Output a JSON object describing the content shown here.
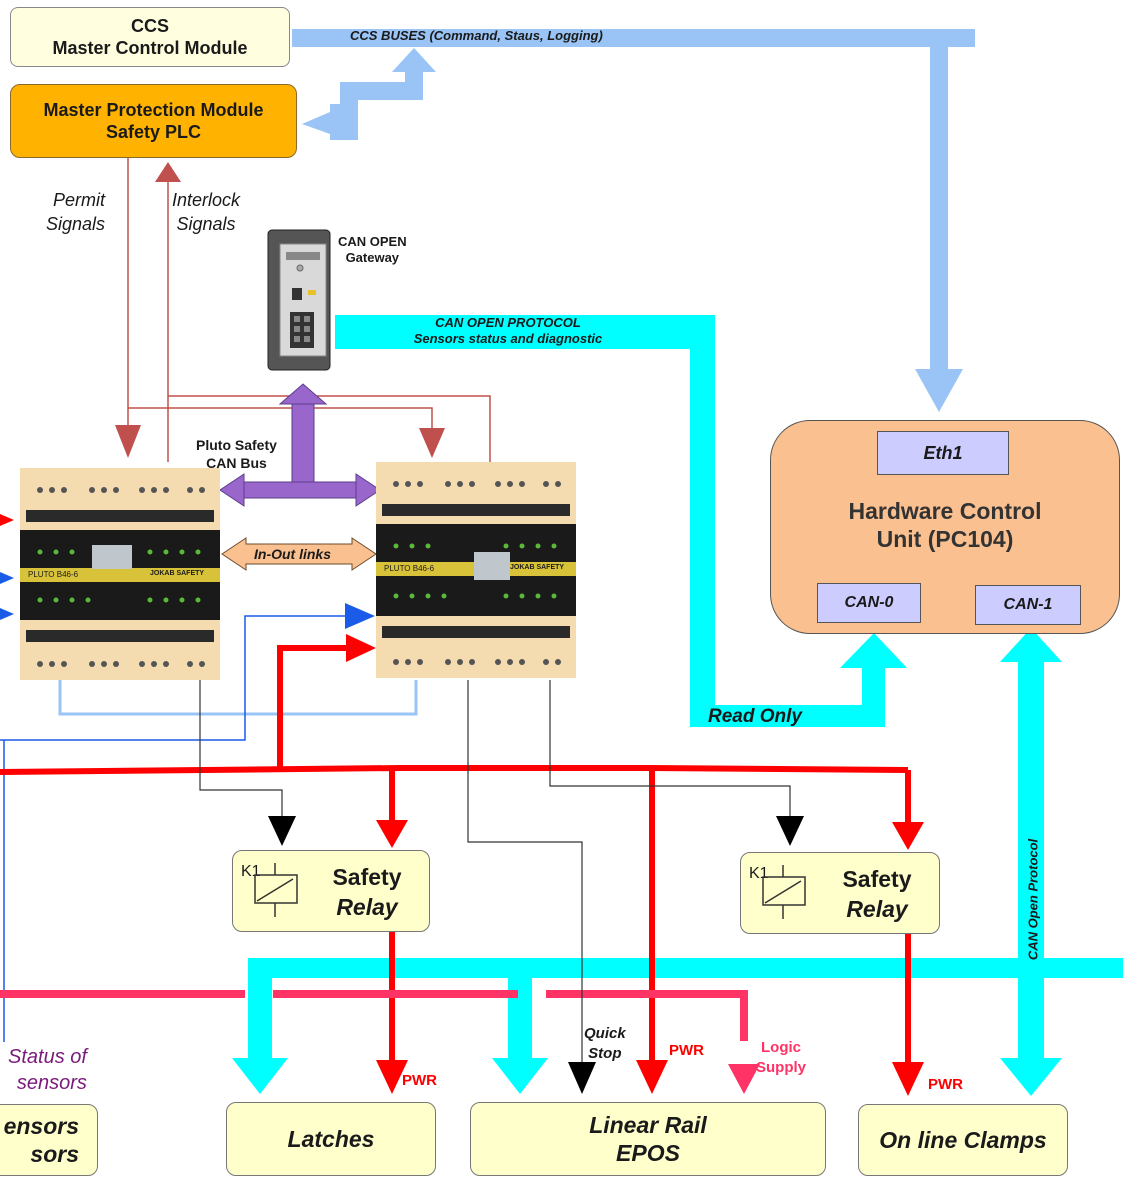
{
  "ccs": {
    "line1": "CCS",
    "line2": "Master Control Module"
  },
  "mpm": {
    "line1": "Master Protection Module",
    "line2": "Safety PLC"
  },
  "labels": {
    "ccs_buses": "CCS BUSES (Command, Staus, Logging)",
    "permit_1": "Permit",
    "permit_2": "Signals",
    "interlock_1": "Interlock",
    "interlock_2": "Signals",
    "gateway_1": "CAN OPEN",
    "gateway_2": "Gateway",
    "canopen_1": "CAN OPEN PROTOCOL",
    "canopen_2": "Sensors status and diagnostic",
    "pluto_1": "Pluto Safety",
    "pluto_2": "CAN Bus",
    "inout": "In-Out links",
    "read_only": "Read Only",
    "can_open_protocol": "CAN Open Protocol",
    "quick_1": "Quick",
    "quick_2": "Stop",
    "pwr": "PWR",
    "logic_1": "Logic",
    "logic_2": "Supply",
    "status_1": "Status of",
    "status_2": "sensors"
  },
  "hcu": {
    "eth": "Eth1",
    "title_1": "Hardware Control",
    "title_2": "Unit (PC104)",
    "can0": "CAN-0",
    "can1": "CAN-1"
  },
  "relay": {
    "k": "K1",
    "line1": "Safety",
    "line2": "Relay"
  },
  "plc_module": {
    "brand": "PLUTO B46-6",
    "maker": "JOKAB SAFETY"
  },
  "bottom": {
    "sensors_1": "ensors",
    "sensors_2": "sors",
    "latches": "Latches",
    "rail_1": "Linear Rail",
    "rail_2": "EPOS",
    "clamps": "On line Clamps"
  },
  "colors": {
    "bus_blue": "#99c4f5",
    "can_cyan": "#00ffff",
    "power_red": "#ff0000",
    "logic_pink": "#ff3366",
    "interlock_red": "#c0504d",
    "pluto_purple": "#9966cc",
    "hcu_fill": "#fac090",
    "mpm_fill": "#ffb300"
  }
}
